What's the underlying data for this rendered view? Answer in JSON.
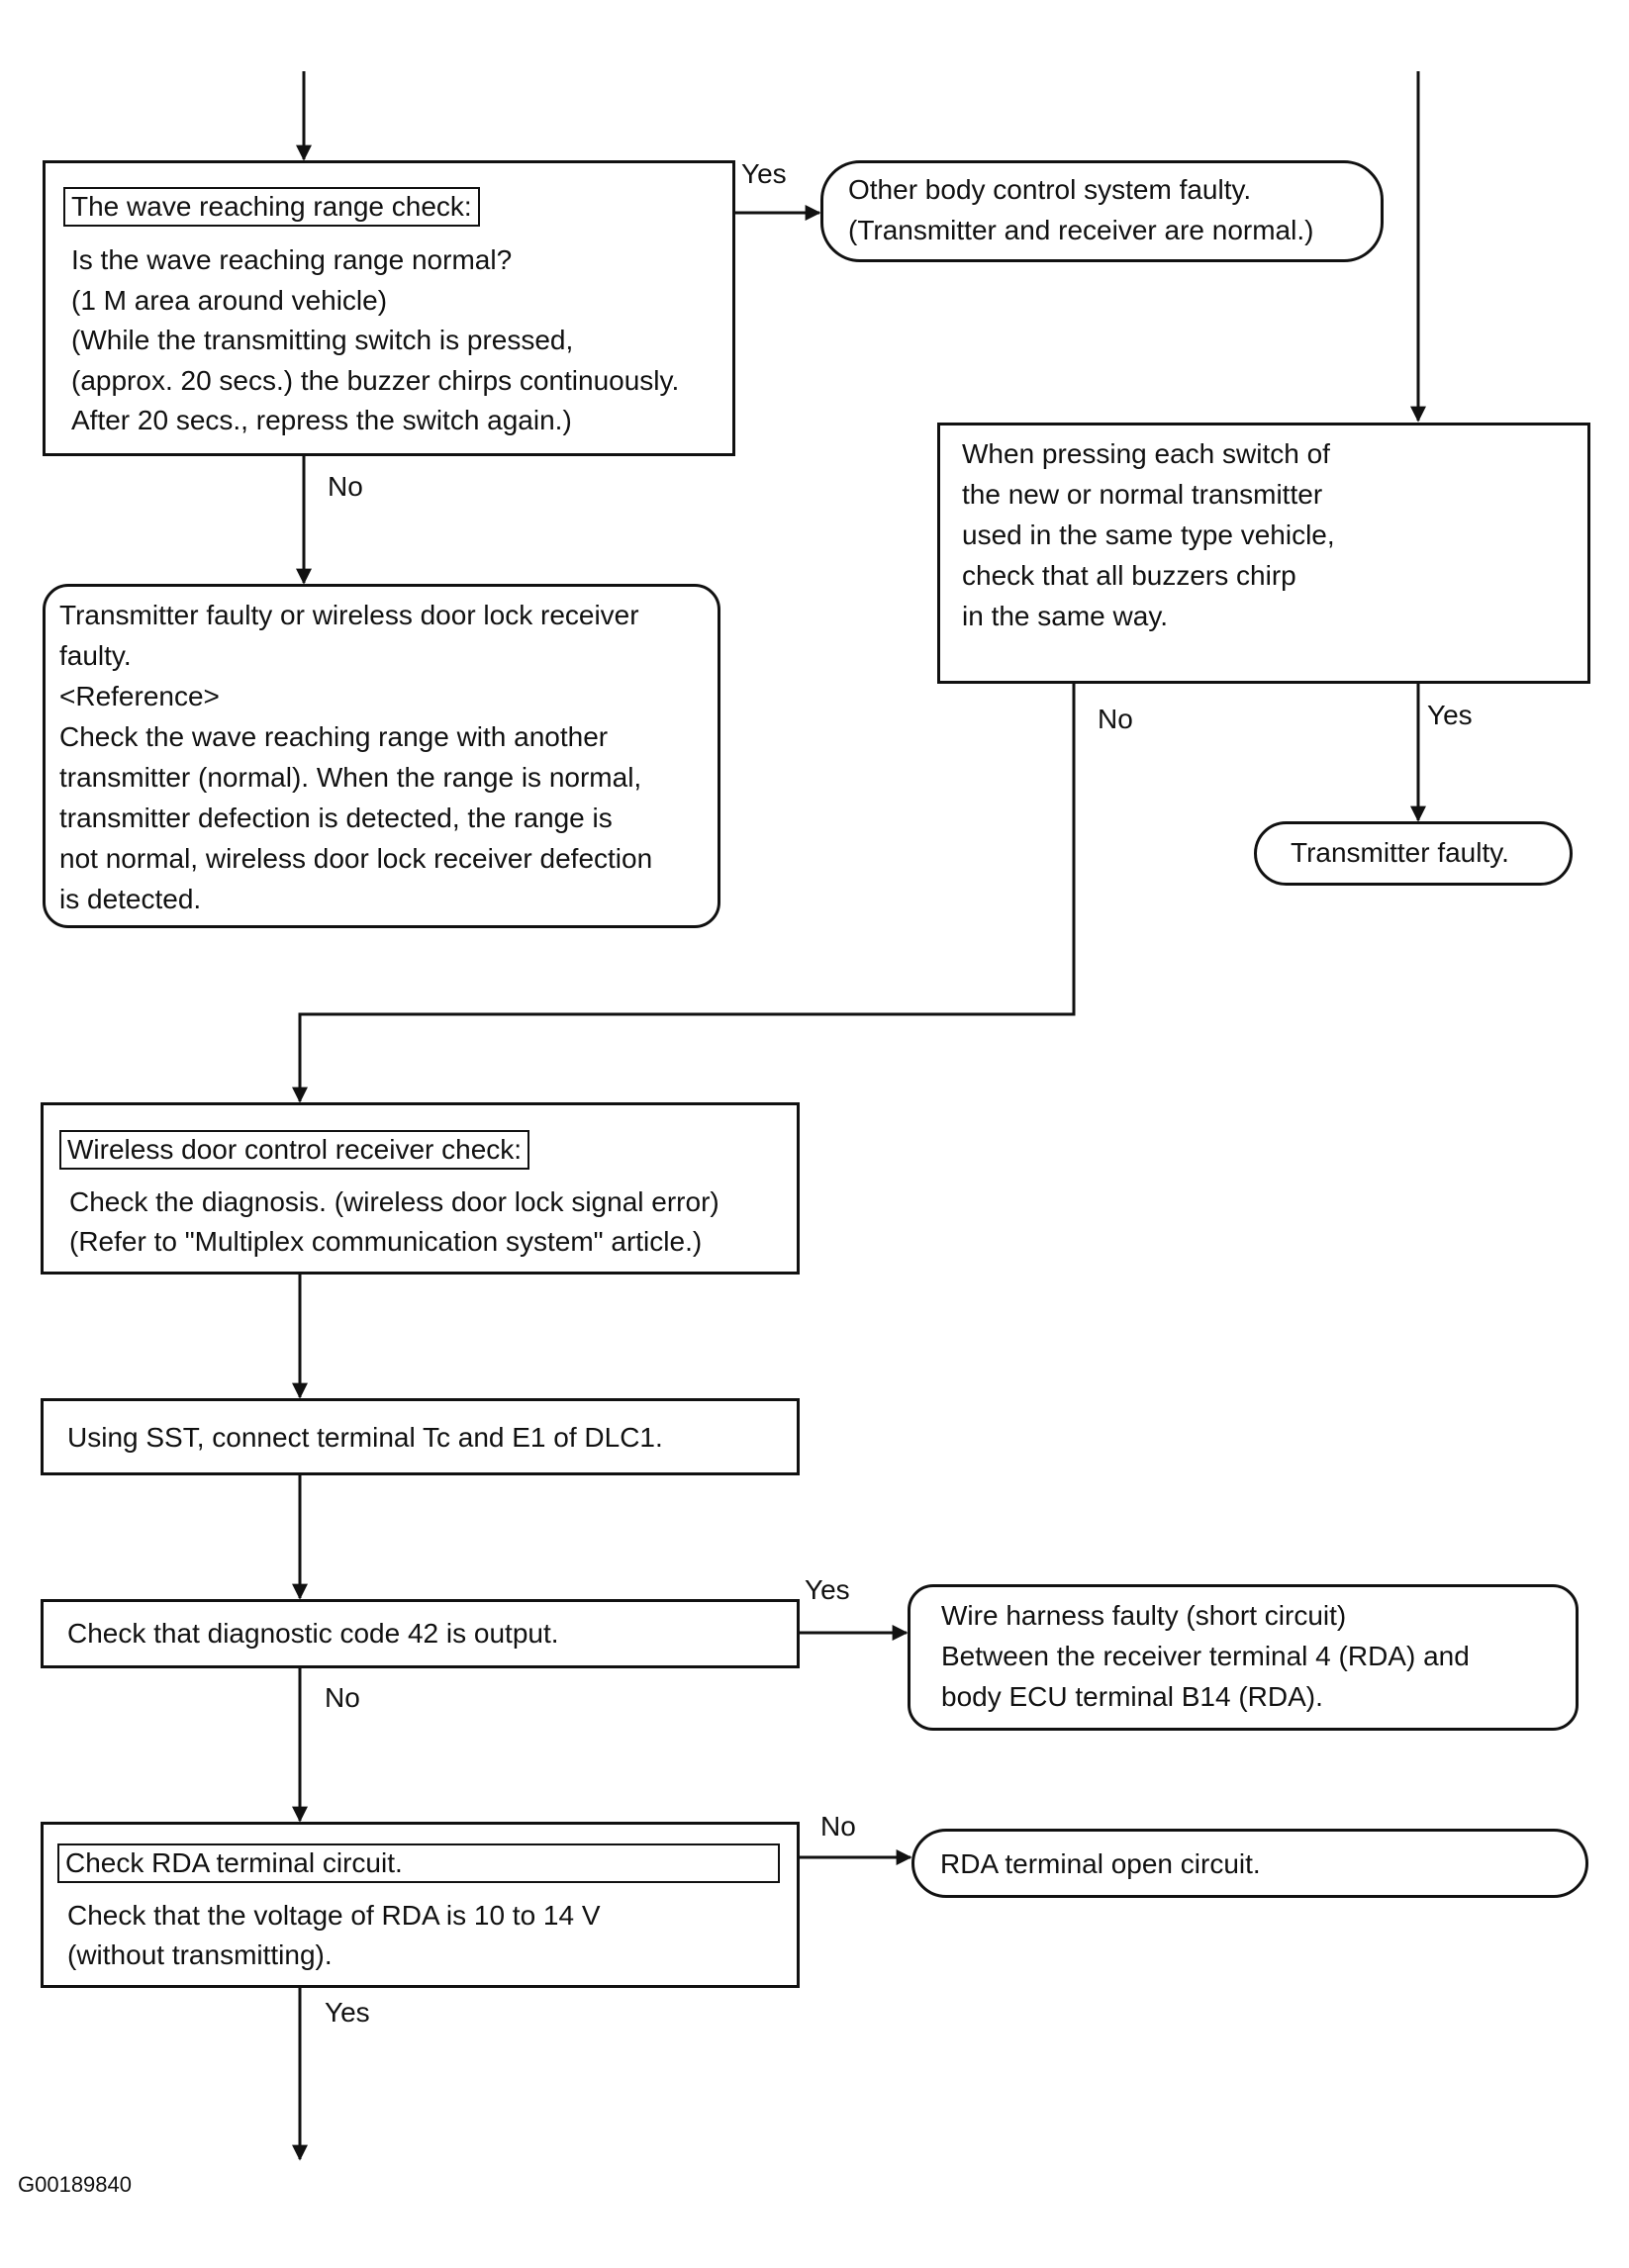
{
  "check1": {
    "header": "The wave reaching range check:",
    "lines": [
      "Is the wave reaching range normal?",
      "(1 M area around vehicle)",
      "(While the transmitting switch is pressed,",
      "(approx. 20 secs.) the buzzer chirps continuously.",
      "After 20 secs., repress the switch again.)"
    ]
  },
  "result_other": {
    "lines": [
      "Other body control system faulty.",
      "(Transmitter and receiver are normal.)"
    ]
  },
  "result_tx_rx": {
    "lines": [
      "Transmitter faulty or wireless door lock receiver",
      "faulty.",
      "<Reference>",
      "Check the wave reaching range with another",
      "transmitter (normal). When the range is normal,",
      "transmitter defection is detected, the range is",
      "not normal, wireless door lock receiver defection",
      "is detected."
    ]
  },
  "check_switch": {
    "lines": [
      "When pressing each switch of",
      "the new or normal transmitter",
      "used in the same type vehicle,",
      "check that all buzzers chirp",
      "in the same way."
    ]
  },
  "result_tx": {
    "text": "Transmitter faulty."
  },
  "check_receiver": {
    "header": "Wireless door control receiver check:",
    "lines": [
      "Check the diagnosis. (wireless door lock signal error)",
      "(Refer to \"Multiplex communication system\" article.)"
    ]
  },
  "step_sst": {
    "text": "Using SST, connect terminal Tc and E1 of DLC1."
  },
  "check_code": {
    "text": "Check that diagnostic code 42 is output."
  },
  "result_harness": {
    "lines": [
      "Wire harness faulty (short circuit)",
      "Between the receiver terminal 4 (RDA) and",
      "body ECU terminal B14 (RDA)."
    ]
  },
  "check_rda": {
    "header": "Check RDA terminal circuit.",
    "lines": [
      "Check that the voltage of RDA is 10 to 14 V",
      "(without transmitting)."
    ]
  },
  "result_rda_open": {
    "text": "RDA terminal open circuit."
  },
  "labels": {
    "yes1": "Yes",
    "no1": "No",
    "no2": "No",
    "yes2": "Yes",
    "yes3": "Yes",
    "no3": "No",
    "no4": "No",
    "yes4": "Yes"
  },
  "figure_code": "G00189840"
}
